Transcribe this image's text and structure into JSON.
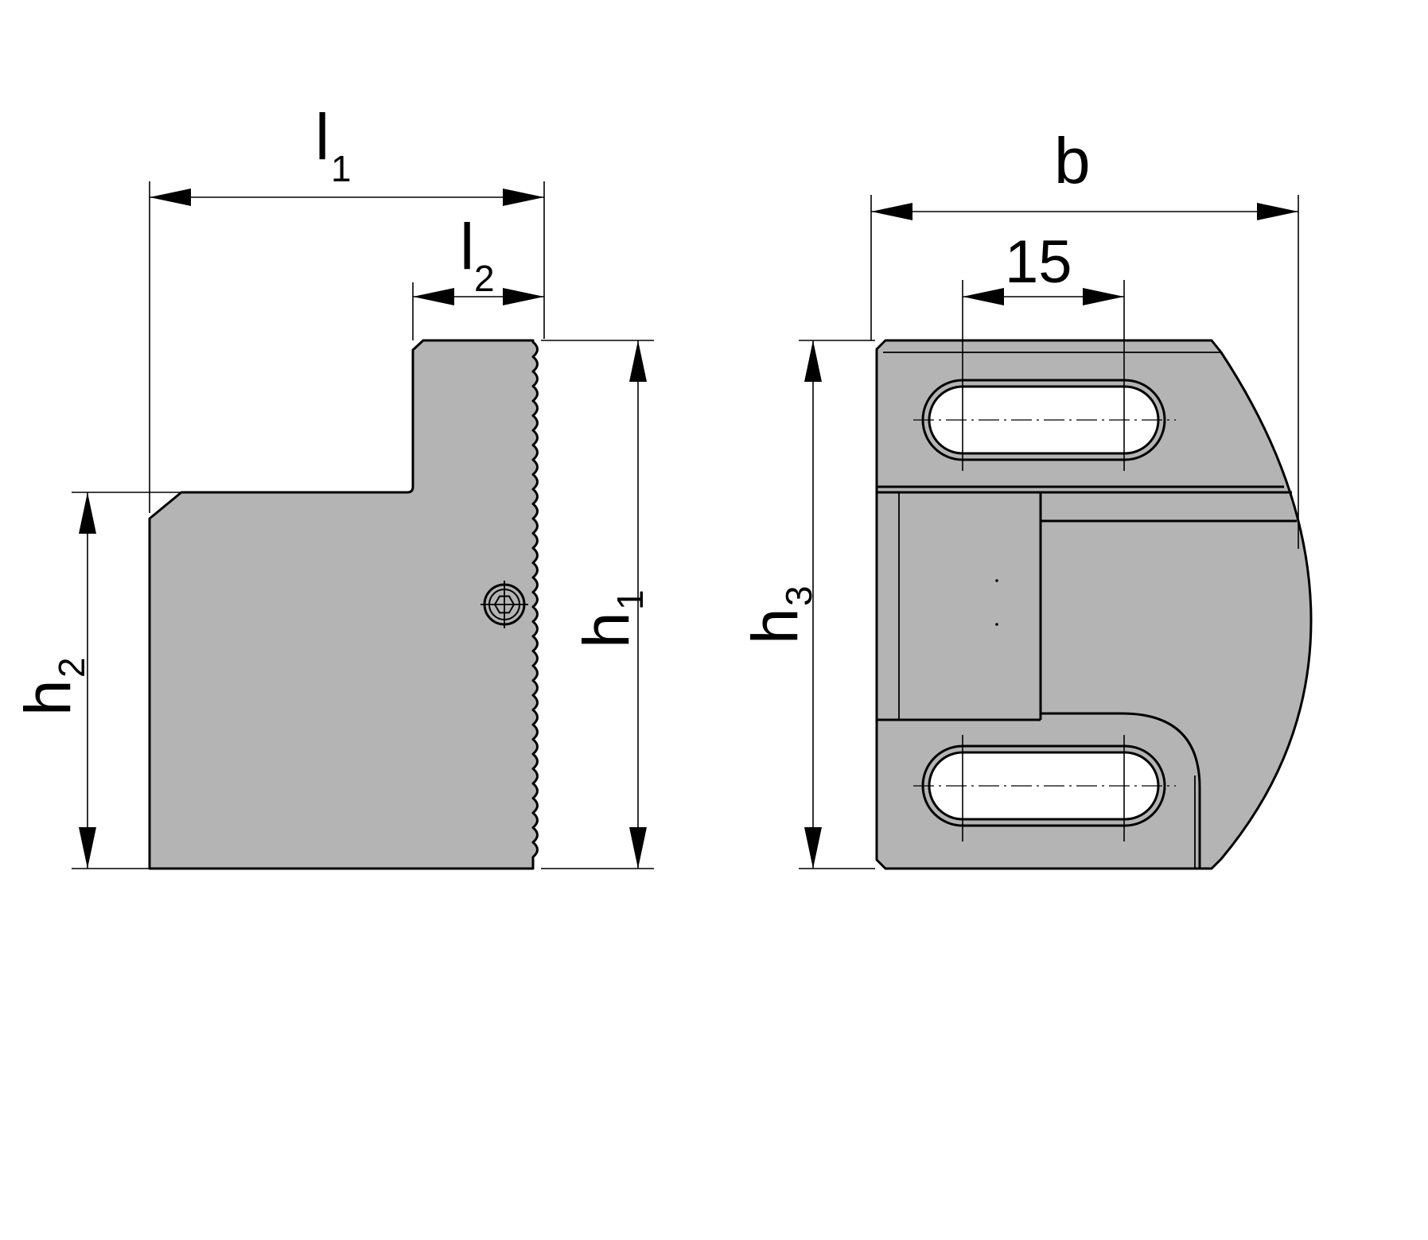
{
  "side_view": {
    "l1": {
      "main": "l",
      "sub": "1"
    },
    "l2": {
      "main": "l",
      "sub": "2"
    },
    "h1": {
      "main": "h",
      "sub": "1"
    },
    "h2": {
      "main": "h",
      "sub": "2"
    }
  },
  "front_view": {
    "b": "b",
    "slot_pitch": "15",
    "h3": {
      "main": "h",
      "sub": "3"
    }
  }
}
